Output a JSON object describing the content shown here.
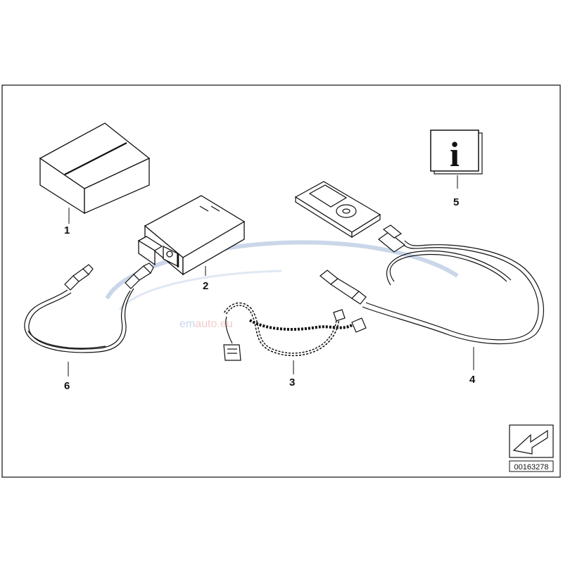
{
  "diagram": {
    "diagram_number": "00163278",
    "parts": [
      {
        "number": "1"
      },
      {
        "number": "2"
      },
      {
        "number": "3"
      },
      {
        "number": "4"
      },
      {
        "number": "5"
      },
      {
        "number": "6"
      }
    ],
    "info_symbol": "i",
    "watermark": {
      "text": "emauto.eu"
    },
    "colors": {
      "line": "#111111",
      "watermark_blue": "#9fb6d8",
      "watermark_red": "#e8a0a0"
    }
  }
}
